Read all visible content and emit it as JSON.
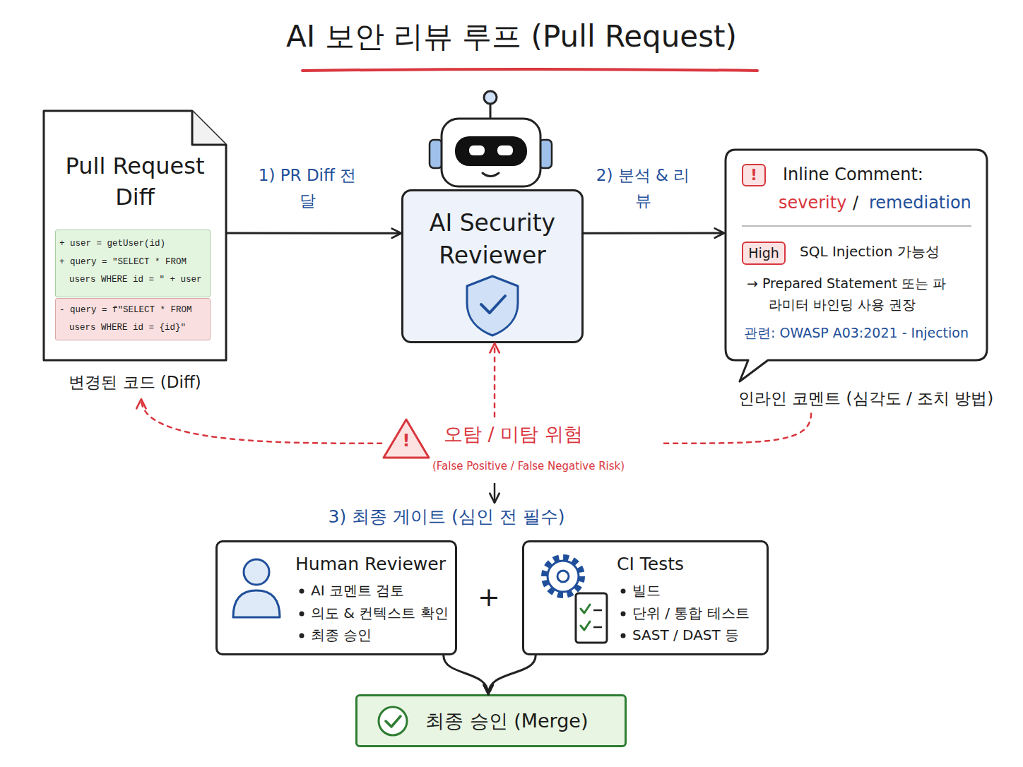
{
  "diagram": {
    "title": "AI 보안 리뷰 루프 (Pull Request)",
    "nodes": [
      {
        "text": [
          "Pull Request Diff",
          "변경된 코드 (Diff)"
        ]
      },
      {
        "text": [
          "+ user = getUser(id)",
          "+ query = \"SELECT * FROM users WHERE id = \" + user"
        ],
        "in": 0
      },
      {
        "text": [
          "- query = f\"SELECT * FROM users WHERE id = {id}\""
        ],
        "in": 0
      },
      {
        "text": [
          "AI Security Reviewer"
        ]
      },
      {
        "text": [
          "Inline Comment:",
          "severity",
          "/",
          "remediation",
          "SQL Injection 가능성",
          "→ Prepared Statement 또는 파라미터 바인딩 사용 권장",
          "관련: OWASP A03:2021 - Injection",
          "인라인 코멘트 (심각도 / 조치 방법)"
        ]
      },
      {
        "text": [
          "!"
        ],
        "in": 4
      },
      {
        "text": [
          "High"
        ],
        "in": 4
      },
      {
        "text": [
          "!",
          "오탐 / 미탐 위험",
          "(False Positive / False Negative Risk)"
        ]
      },
      {
        "text": [
          "Human Reviewer",
          "AI 코멘트 검토",
          "의도 & 컨텍스트 확인",
          "최종 승인"
        ]
      },
      {
        "text": [
          "CI Tests",
          "빌드",
          "단위 / 통합 테스트",
          "SAST / DAST 등"
        ]
      },
      {
        "text": [
          "최종 승인 (Merge)"
        ]
      }
    ],
    "edges": [
      {
        "from": 0,
        "to": 3,
        "arrow": "to",
        "label": "1) PR Diff 전달"
      },
      {
        "from": 3,
        "to": 4,
        "arrow": "to",
        "label": "2) 분석 & 리뷰"
      },
      {
        "from": 7,
        "to": 0,
        "arrow": "to"
      },
      {
        "from": 7,
        "to": 3,
        "arrow": "to"
      },
      {
        "from": 7,
        "to": 4,
        "arrow": "none"
      },
      {
        "from": 8,
        "to": 10,
        "arrow": "to"
      },
      {
        "from": 9,
        "to": 10,
        "arrow": "to"
      }
    ],
    "labels": [
      "3) 최종 게이트 (심인 전 필수)",
      "+"
    ]
  }
}
